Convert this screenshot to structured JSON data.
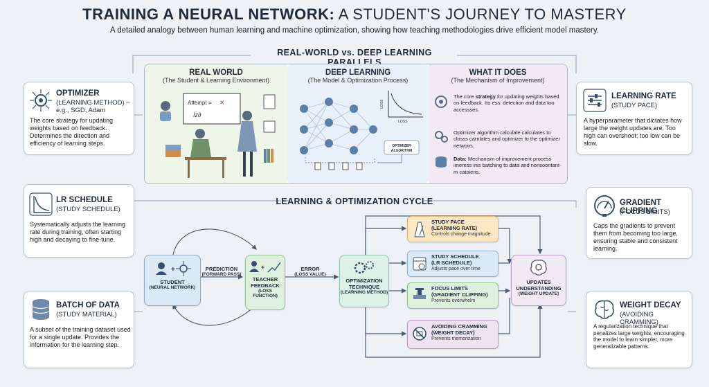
{
  "header": {
    "title_bold": "TRAINING A NEURAL NETWORK:",
    "title_rest": " A STUDENT'S JOURNEY TO MASTERY",
    "subtitle": "A detailed analogy between human learning and machine optimization, showing how teaching methodologies drive efficient model mastery."
  },
  "parallels": {
    "heading": "REAL-WORLD vs. DEEP LEARNING PARALLELS",
    "columns": [
      {
        "title": "REAL WORLD",
        "subtitle": "(The Student & Learning Environment)"
      },
      {
        "title": "DEEP LEARNING",
        "subtitle": "(The Model & Optimization Process)"
      },
      {
        "title": "WHAT IT DOES",
        "subtitle": "(The Mechanism of Improvement)"
      }
    ],
    "board_text": "Attempt = ✕",
    "loss_axis": "LOSS",
    "loss_axis_x": "LOSS",
    "optimizer_algo": "OPTIMIZER ALGORITHM",
    "what_items": [
      {
        "pre": "The core ",
        "bold": "strategy",
        "post": " for updating weights based on feedback. Ito ess: detection and data too accessses."
      },
      {
        "pre": "Optimizer algorithm calculate calculates to closss carnlates and optimizer to the optimizer netwons.",
        "bold": "",
        "post": ""
      },
      {
        "pre": "",
        "bold": "Data:",
        "post": " Mechanism of improvement process imeress inis batching to data and nonsoontant-m catoiens."
      }
    ]
  },
  "cycle": {
    "heading": "LEARNING & OPTIMIZATION CYCLE",
    "student": {
      "title": "STUDENT",
      "sub": "(NEURAL NETWORK)"
    },
    "prediction": {
      "title": "PREDICTION",
      "sub": "(FORWARD PASS)"
    },
    "teacher": {
      "title": "TEACHER FEEDBACK",
      "sub": "(LOSS FUNCTION)"
    },
    "error": {
      "title": "ERROR",
      "sub": "(LOSS VALUE)"
    },
    "optimization": {
      "title": "OPTIMIZATION TECHNIQUE",
      "sub": "(LEARNING METHOD)"
    },
    "updates": {
      "title": "UPDATES UNDERSTANDING",
      "sub": "(WEIGHT UPDATE)"
    },
    "techniques": [
      {
        "title": "STUDY PACE",
        "sub": "(LEARNING RATE)",
        "desc": "Controls change magnitude",
        "color": "#fde7c2",
        "border": "#e3b46a"
      },
      {
        "title": "STUDY SCHEDULE",
        "sub": "(LR SCHEDULE)",
        "desc": "Adjusts pace over time",
        "color": "#dbe9f7",
        "border": "#8fb1d6"
      },
      {
        "title": "FOCUS LIMITS",
        "sub": "(GRADIENT CLIPPING)",
        "desc": "Prevents overwhelm",
        "color": "#dff0df",
        "border": "#8dc28d"
      },
      {
        "title": "AVOIDING CRAMMING",
        "sub": "(WEIGHT DECAY)",
        "desc": "Prevents memorization",
        "color": "#efe2f1",
        "border": "#b99cc2"
      }
    ]
  },
  "left_cards": [
    {
      "title": "OPTIMIZER",
      "sub": "(LEARNING METHOD) – e.g., SGD, Adam",
      "desc": "The core strategy for updating weights based on feedback. Determines the direction and efficiency of learning steps.",
      "icon": "gear-network-icon"
    },
    {
      "title": "LR SCHEDULE",
      "sub": "(STUDY SCHEDULE)",
      "desc": "Systematically adjusts the learning rate during training, often starting high and decaying to fine-tune.",
      "icon": "decay-curve-icon"
    },
    {
      "title": "BATCH OF DATA",
      "sub": "(STUDY MATERIAL)",
      "desc": "A subset of the training dataset used for a single update. Provides the information for the learning step.",
      "icon": "database-icon"
    }
  ],
  "right_cards": [
    {
      "title": "LEARNING RATE",
      "sub": "(STUDY PACE)",
      "desc": "A hyperparameter that dictates how large the weight updates are. Too high can overshoot; too low can be slow.",
      "icon": "slider-icon"
    },
    {
      "title": "GRADIENT CLIPPING",
      "sub": "(FOCUS LIMITS)",
      "desc": "Caps the gradients to prevent them from becoming too large, ensuring stable and consistent learning.",
      "icon": "gauge-icon"
    },
    {
      "title": "WEIGHT DECAY",
      "sub": "(AVOIDING CRAMMING)",
      "desc": "A regularization technique that penalizes large weights, encouraging the model to learn simpler, more generalizable patterns.",
      "icon": "brain-icon"
    }
  ]
}
